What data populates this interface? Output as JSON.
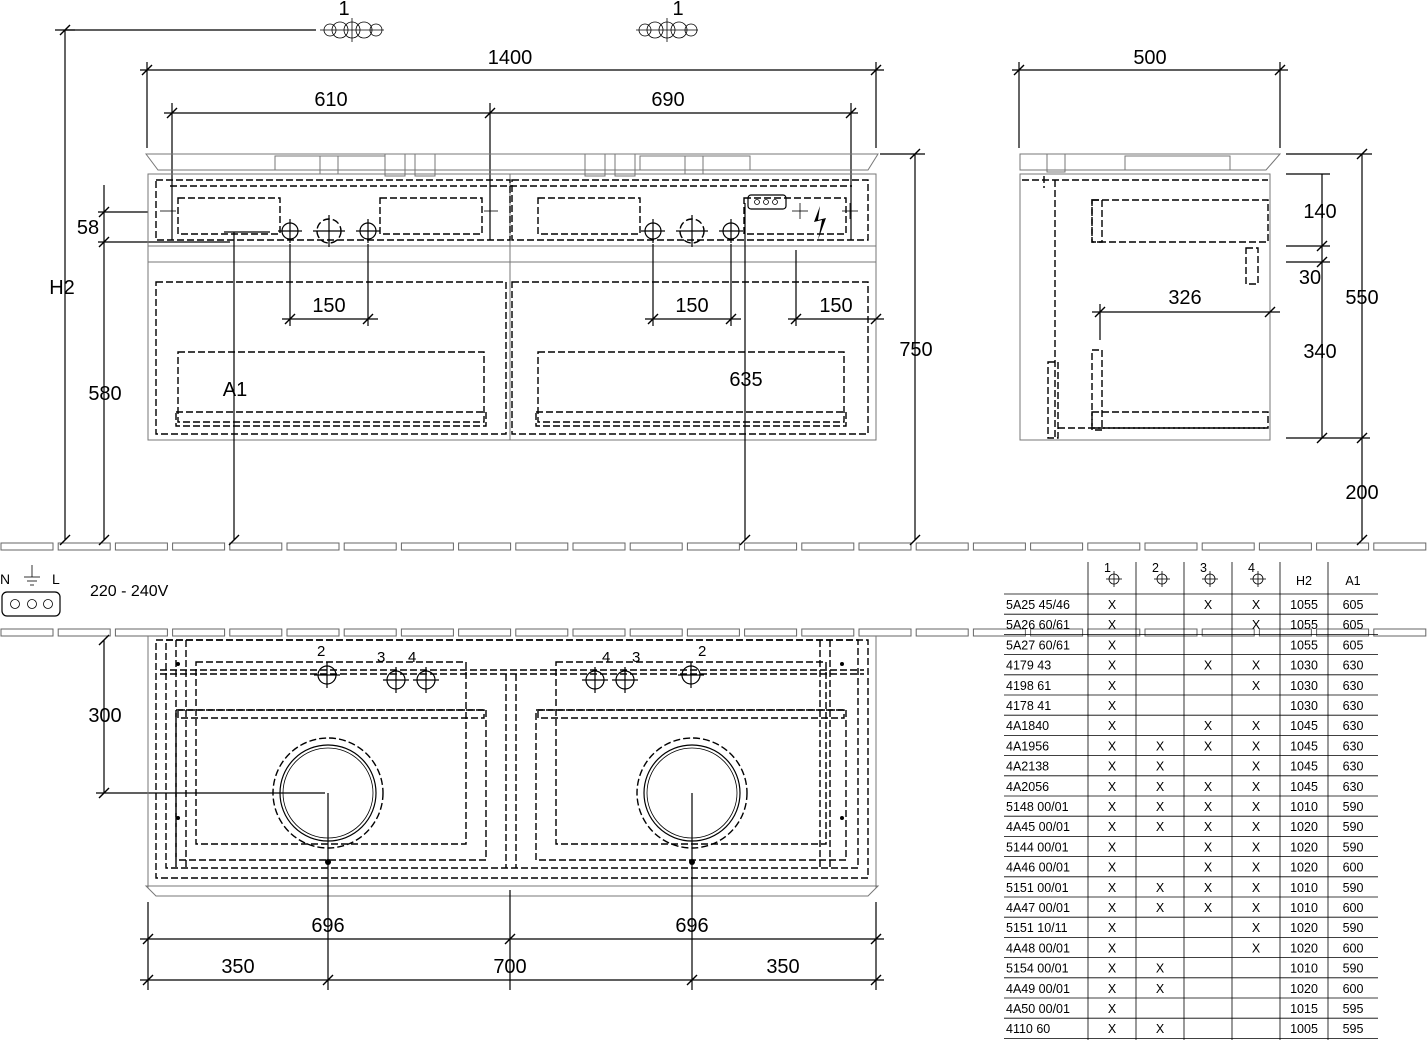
{
  "title": "",
  "front_view": {
    "conn_label_left": "1",
    "conn_label_right": "1",
    "width_total": "1400",
    "width_left": "610",
    "width_right": "690",
    "dim_58": "58",
    "dim_h2": "H2",
    "dim_580": "580",
    "dim_a1": "A1",
    "dim_150_a": "150",
    "dim_150_b": "150",
    "dim_150_c": "150",
    "dim_635": "635",
    "dim_750": "750"
  },
  "side_view": {
    "depth": "500",
    "dim_140": "140",
    "dim_30": "30",
    "dim_326": "326",
    "dim_340": "340",
    "dim_550": "550",
    "dim_200": "200"
  },
  "power": {
    "n_label": "N",
    "l_label": "L",
    "voltage": "220 - 240V"
  },
  "top_view": {
    "dim_300": "300",
    "tap_left": [
      "2",
      "3",
      "4"
    ],
    "tap_right": [
      "4",
      "3",
      "2"
    ],
    "dim_696_left": "696",
    "dim_696_right": "696",
    "dim_350_left": "350",
    "dim_700": "700",
    "dim_350_right": "350"
  },
  "table": {
    "headers": [
      "",
      "1",
      "2",
      "3",
      "4",
      "H2",
      "A1"
    ],
    "rows": [
      [
        "5A25 45/46",
        "X",
        "",
        "X",
        "X",
        "1055",
        "605"
      ],
      [
        "5A26 60/61",
        "X",
        "",
        "",
        "X",
        "1055",
        "605"
      ],
      [
        "5A27 60/61",
        "X",
        "",
        "",
        "",
        "1055",
        "605"
      ],
      [
        "4179 43",
        "X",
        "",
        "X",
        "X",
        "1030",
        "630"
      ],
      [
        "4198 61",
        "X",
        "",
        "",
        "X",
        "1030",
        "630"
      ],
      [
        "4178 41",
        "X",
        "",
        "",
        "",
        "1030",
        "630"
      ],
      [
        "4A1840",
        "X",
        "",
        "X",
        "X",
        "1045",
        "630"
      ],
      [
        "4A1956",
        "X",
        "X",
        "X",
        "X",
        "1045",
        "630"
      ],
      [
        "4A2138",
        "X",
        "X",
        "",
        "X",
        "1045",
        "630"
      ],
      [
        "4A2056",
        "X",
        "X",
        "X",
        "X",
        "1045",
        "630"
      ],
      [
        "5148 00/01",
        "X",
        "X",
        "X",
        "X",
        "1010",
        "590"
      ],
      [
        "4A45 00/01",
        "X",
        "X",
        "X",
        "X",
        "1020",
        "590"
      ],
      [
        "5144 00/01",
        "X",
        "",
        "X",
        "X",
        "1020",
        "590"
      ],
      [
        "4A46 00/01",
        "X",
        "",
        "X",
        "X",
        "1020",
        "600"
      ],
      [
        "5151 00/01",
        "X",
        "X",
        "X",
        "X",
        "1010",
        "590"
      ],
      [
        "4A47 00/01",
        "X",
        "X",
        "X",
        "X",
        "1010",
        "600"
      ],
      [
        "5151 10/11",
        "X",
        "",
        "",
        "X",
        "1020",
        "590"
      ],
      [
        "4A48 00/01",
        "X",
        "",
        "",
        "X",
        "1020",
        "600"
      ],
      [
        "5154 00/01",
        "X",
        "X",
        "",
        "",
        "1010",
        "590"
      ],
      [
        "4A49 00/01",
        "X",
        "X",
        "",
        "",
        "1020",
        "600"
      ],
      [
        "4A50 00/01",
        "X",
        "",
        "",
        "",
        "1015",
        "595"
      ],
      [
        "4110 60",
        "X",
        "X",
        "",
        "",
        "1005",
        "595"
      ]
    ]
  }
}
